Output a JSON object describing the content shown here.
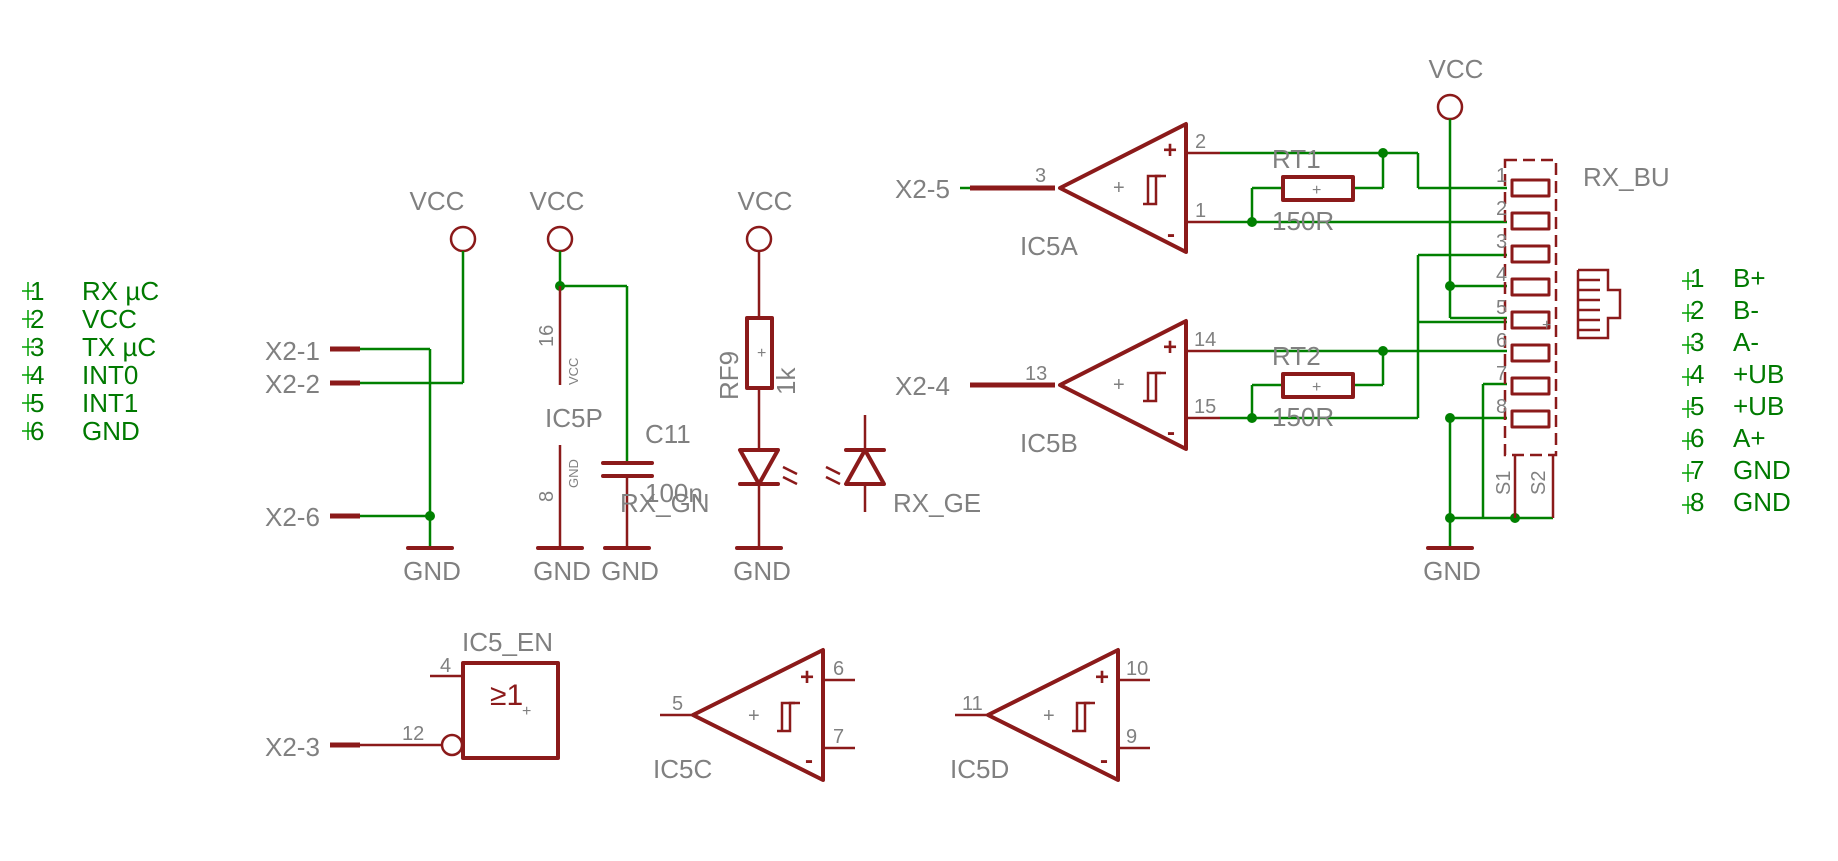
{
  "power": {
    "vcc": "VCC",
    "gnd": "GND"
  },
  "header": {
    "pins": [
      "1",
      "2",
      "3",
      "4",
      "5",
      "6"
    ],
    "signals": [
      "RX µC",
      "VCC",
      "TX µC",
      "INT0",
      "INT1",
      "GND"
    ]
  },
  "x2_labels": {
    "x2_1": "X2-1",
    "x2_2": "X2-2",
    "x2_6": "X2-6",
    "x2_5": "X2-5",
    "x2_4": "X2-4",
    "x2_3": "X2-3"
  },
  "ic5p": {
    "name": "IC5P",
    "pin16": "16",
    "pin8": "8",
    "vcc_pin": "VCC",
    "gnd_pin": "GND"
  },
  "c11": {
    "name": "C11",
    "value": "100n"
  },
  "rf9": {
    "name": "RF9",
    "value": "1k"
  },
  "leds": {
    "green": "RX_GN",
    "yellow": "RX_GE"
  },
  "ic5a": {
    "name": "IC5A",
    "in_pin": "3",
    "out_plus_pin": "2",
    "out_minus_pin": "1"
  },
  "ic5b": {
    "name": "IC5B",
    "in_pin": "13",
    "out_plus_pin": "14",
    "out_minus_pin": "15"
  },
  "ic5c": {
    "name": "IC5C",
    "in_pin": "5",
    "out_plus_pin": "6",
    "out_minus_pin": "7"
  },
  "ic5d": {
    "name": "IC5D",
    "in_pin": "11",
    "out_plus_pin": "10",
    "out_minus_pin": "9"
  },
  "rt1": {
    "name": "RT1",
    "value": "150R"
  },
  "rt2": {
    "name": "RT2",
    "value": "150R"
  },
  "ic5_en": {
    "name": "IC5_EN",
    "symbol": "≥1",
    "pin4": "4",
    "pin12": "12"
  },
  "rx_bu": {
    "name": "RX_BU",
    "pins": [
      "1",
      "2",
      "3",
      "4",
      "5",
      "6",
      "7",
      "8"
    ],
    "shield1": "S1",
    "shield2": "S2"
  },
  "connector_legend": {
    "pins": [
      "1",
      "2",
      "3",
      "4",
      "5",
      "6",
      "7",
      "8"
    ],
    "signals": [
      "B+",
      "B-",
      "A-",
      "+UB",
      "+UB",
      "A+",
      "GND",
      "GND"
    ]
  },
  "symbol_marks": {
    "plus": "+",
    "minus": "-"
  },
  "colors": {
    "wire": "#008000",
    "symbol": "#8b1a1a",
    "label": "#808080",
    "net_text": "#007a00"
  }
}
